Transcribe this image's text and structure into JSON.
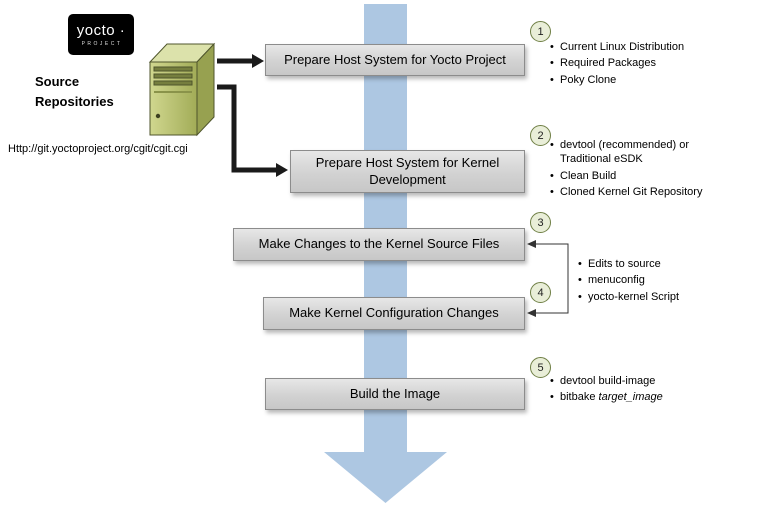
{
  "logo": {
    "title": "yocto ·",
    "subtitle": "PROJECT"
  },
  "source": {
    "label": "Source\nRepositories",
    "url": "Http://git.yoctoproject.org/cgit/cgit.cgi"
  },
  "steps": [
    {
      "num": "1",
      "label": "Prepare Host System for Yocto Project",
      "bullets": [
        "Current Linux Distribution",
        "Required Packages",
        "Poky Clone"
      ]
    },
    {
      "num": "2",
      "label": "Prepare Host System for Kernel Development",
      "bullets": [
        "devtool (recommended) or\nTraditional eSDK",
        "Clean Build",
        "Cloned Kernel Git Repository"
      ]
    },
    {
      "num": "3",
      "label": "Make Changes to the Kernel Source Files"
    },
    {
      "num": "4",
      "label": "Make Kernel Configuration Changes"
    },
    {
      "num": "5",
      "label": "Build the Image"
    }
  ],
  "shared_bullets_steps_3_4": [
    "Edits to source",
    "menuconfig",
    "yocto-kernel Script"
  ],
  "step5_bullets": {
    "item1": "devtool build-image",
    "item2_prefix": "bitbake ",
    "item2_italic": "target_image"
  },
  "colors": {
    "flow_arrow_blue": "#adc7e2",
    "box_fill": "#d2d2d2",
    "box_border": "#8c8c8c",
    "circle_fill": "#e9eed8",
    "circle_border": "#6f7f45",
    "server_green": "#b0b965",
    "logo_background": "#000000"
  }
}
